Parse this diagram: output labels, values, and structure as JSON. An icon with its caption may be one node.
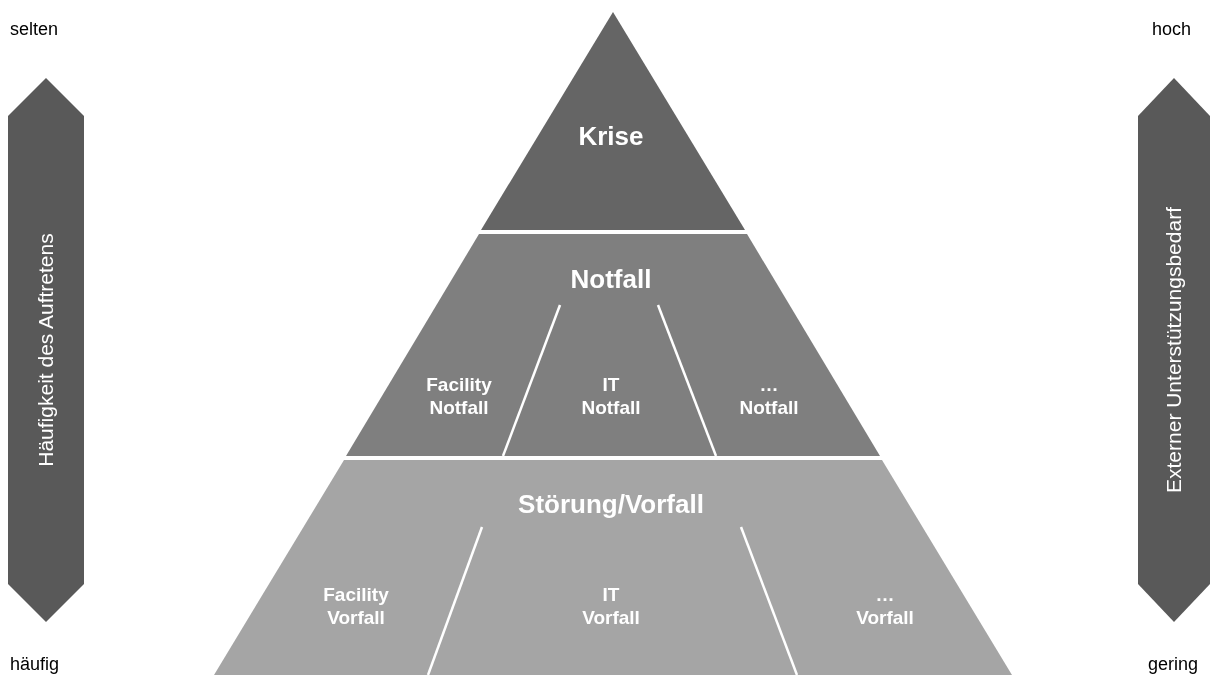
{
  "diagram": {
    "nodes": [
      {
        "text": [
          "Krise"
        ]
      },
      {
        "text": [
          "Notfall"
        ]
      },
      {
        "text": [
          "Facility Notfall"
        ],
        "in": 1
      },
      {
        "text": [
          "IT Notfall"
        ],
        "in": 1
      },
      {
        "text": [
          "… Notfall"
        ],
        "in": 1
      },
      {
        "text": [
          "Störung/Vorfall"
        ]
      },
      {
        "text": [
          "Facility Vorfall"
        ],
        "in": 5
      },
      {
        "text": [
          "IT Vorfall"
        ],
        "in": 5
      },
      {
        "text": [
          "… Vorfall"
        ],
        "in": 5
      },
      {
        "text": [
          "Häufigkeit des Auftretens"
        ]
      },
      {
        "text": [
          "Externer Unterstützungsbedarf"
        ]
      }
    ],
    "labels": [
      "selten",
      "hoch",
      "häufig",
      "gering"
    ]
  }
}
